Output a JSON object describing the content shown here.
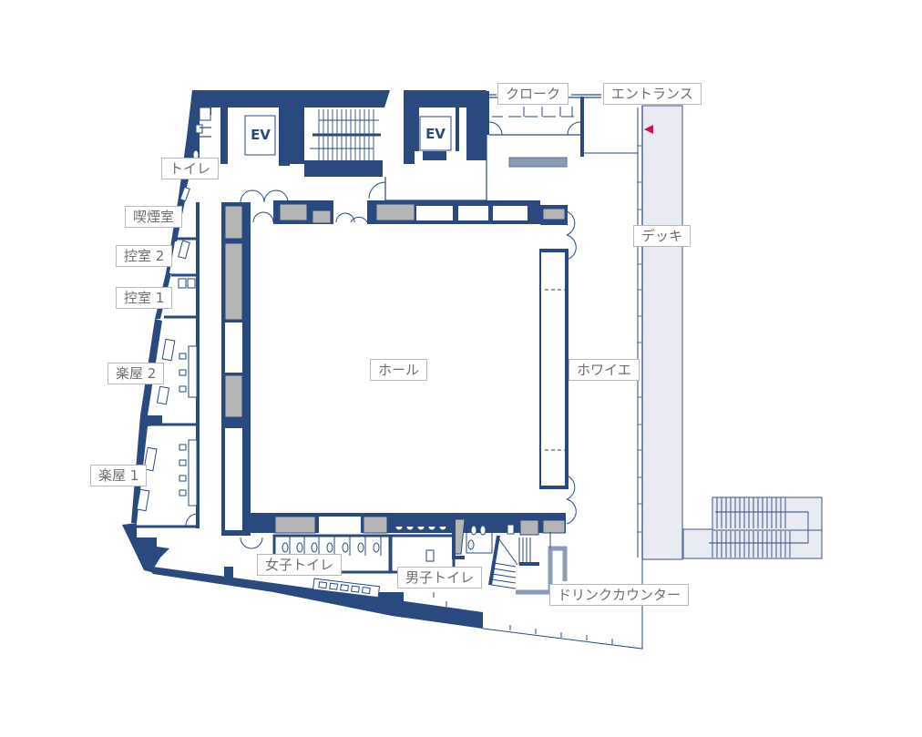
{
  "floor_plan": {
    "colors": {
      "wall": "#2a4a7f",
      "fixture_gray": "#b5b5b5",
      "deck_fill": "#e8ebf1",
      "label_border": "#b9b9b9",
      "label_text": "#6e6e6e",
      "entrance_marker": "#c2185b",
      "counter_bar": "#8a9bb8"
    },
    "rooms": {
      "cloak": "クローク",
      "entrance": "エントランス",
      "toilet": "トイレ",
      "smoking_room": "喫煙室",
      "waiting_room_2": "控室 2",
      "waiting_room_1": "控室 1",
      "dressing_room_2": "楽屋 2",
      "dressing_room_1": "楽屋 1",
      "hall": "ホール",
      "foyer": "ホワイエ",
      "deck": "デッキ",
      "womens_toilet": "女子トイレ",
      "mens_toilet": "男子トイレ",
      "drink_counter": "ドリンクカウンター"
    },
    "elevators": {
      "ev_left": "EV",
      "ev_right": "EV"
    },
    "icons": {
      "entrance_marker": "◀"
    }
  }
}
